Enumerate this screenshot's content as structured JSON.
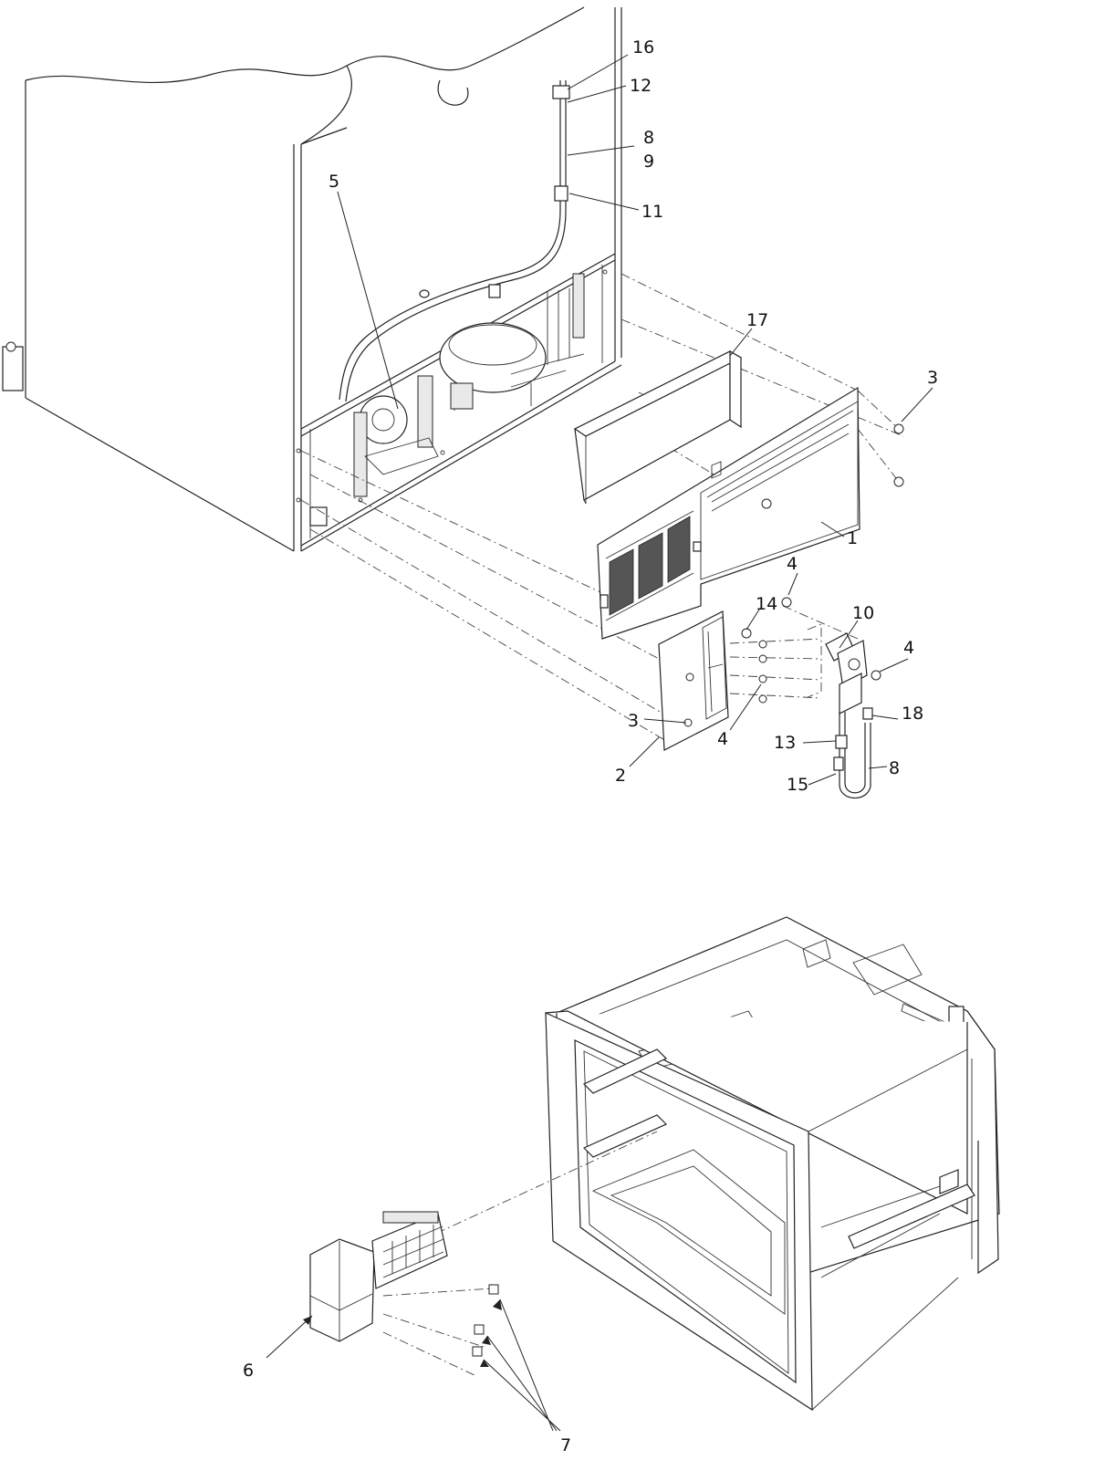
{
  "callouts": {
    "c16": "16",
    "c12": "12",
    "c8a": "8",
    "c9": "9",
    "c11": "11",
    "c5": "5",
    "c17": "17",
    "c3a": "3",
    "c1": "1",
    "c4a": "4",
    "c14": "14",
    "c10": "10",
    "c4b": "4",
    "c3b": "3",
    "c4c": "4",
    "c18": "18",
    "c13": "13",
    "c8b": "8",
    "c2": "2",
    "c15": "15",
    "c6": "6",
    "c7": "7"
  }
}
